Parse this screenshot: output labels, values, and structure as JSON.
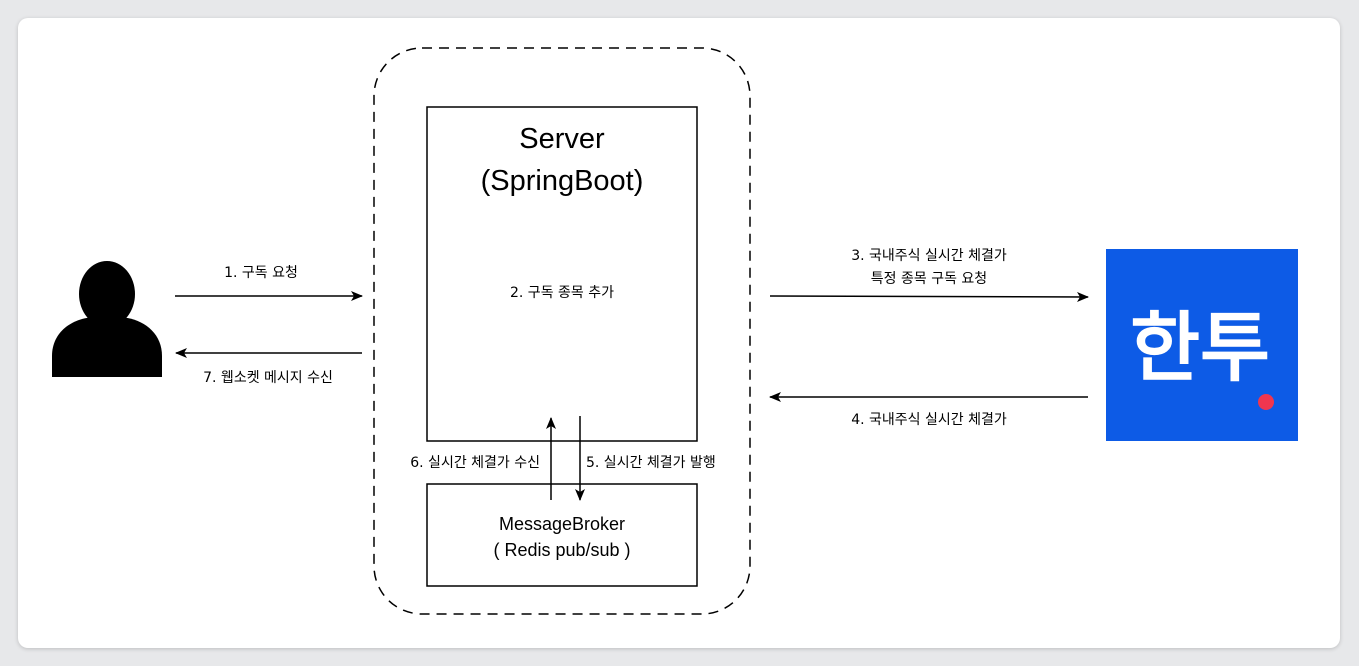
{
  "server": {
    "title_line1": "Server",
    "title_line2": "(SpringBoot)",
    "note": "2. 구독 종목 추가"
  },
  "broker": {
    "line1": "MessageBroker",
    "line2": "( Redis pub/sub )"
  },
  "user": {
    "icon": "user-icon",
    "subscribe_request": "1. 구독 요청",
    "websocket_receive": "7. 웹소켓 메시지 수신"
  },
  "broker_flow": {
    "receive": "6. 실시간 체결가 수신",
    "publish": "5. 실시간 체결가 발행"
  },
  "external": {
    "logo_text": "한투",
    "logo_bg": "#0d5be6",
    "logo_dot": "#f0364f",
    "request_line1": "3. 국내주식 실시간 체결가",
    "request_line2": "특정 종목 구독 요청",
    "response": "4. 국내주식 실시간 체결가"
  }
}
